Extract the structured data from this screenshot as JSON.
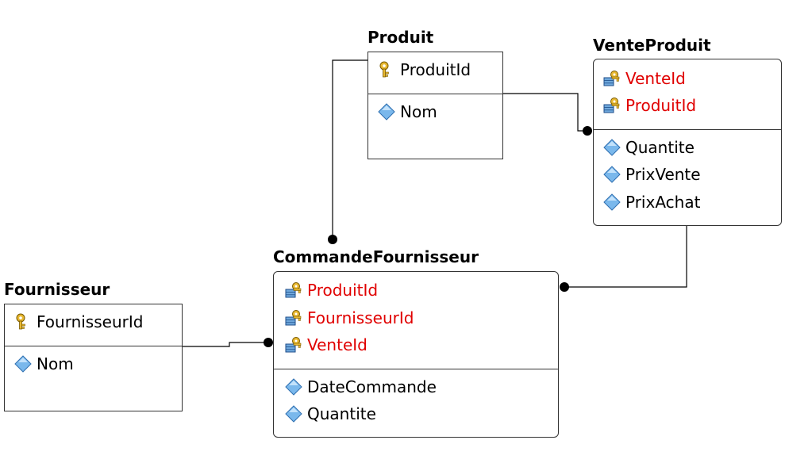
{
  "diagram": {
    "entities": {
      "produit": {
        "title": "Produit",
        "keys": [
          {
            "name": "ProduitId",
            "kind": "primary-key"
          }
        ],
        "attributes": [
          {
            "name": "Nom"
          }
        ]
      },
      "venteproduit": {
        "title": "VenteProduit",
        "keys": [
          {
            "name": "VenteId",
            "kind": "foreign-key"
          },
          {
            "name": "ProduitId",
            "kind": "foreign-key"
          }
        ],
        "attributes": [
          {
            "name": "Quantite"
          },
          {
            "name": "PrixVente"
          },
          {
            "name": "PrixAchat"
          }
        ]
      },
      "commandefournisseur": {
        "title": "CommandeFournisseur",
        "keys": [
          {
            "name": "ProduitId",
            "kind": "foreign-key"
          },
          {
            "name": "FournisseurId",
            "kind": "foreign-key"
          },
          {
            "name": "VenteId",
            "kind": "foreign-key"
          }
        ],
        "attributes": [
          {
            "name": "DateCommande"
          },
          {
            "name": "Quantite"
          }
        ]
      },
      "fournisseur": {
        "title": "Fournisseur",
        "keys": [
          {
            "name": "FournisseurId",
            "kind": "primary-key"
          }
        ],
        "attributes": [
          {
            "name": "Nom"
          }
        ]
      }
    },
    "colors": {
      "foreign_key_text": "#e00000",
      "line": "#000000",
      "border": "#333333",
      "attribute_icon": "#7ab8ec"
    },
    "relationships": [
      {
        "from": "Produit",
        "to": "VenteProduit"
      },
      {
        "from": "Produit",
        "to": "CommandeFournisseur"
      },
      {
        "from": "VenteProduit",
        "to": "CommandeFournisseur"
      },
      {
        "from": "Fournisseur",
        "to": "CommandeFournisseur"
      }
    ]
  }
}
